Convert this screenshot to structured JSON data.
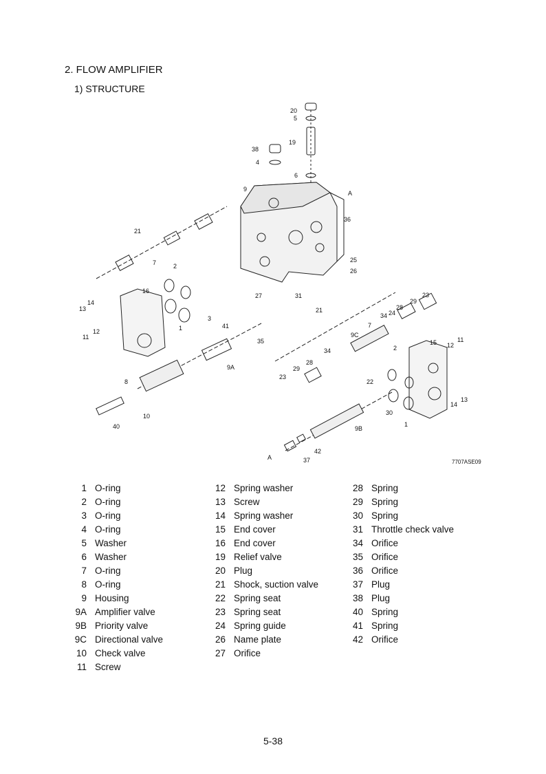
{
  "header": {
    "title": "2. FLOW AMPLIFIER",
    "subtitle": "1) STRUCTURE"
  },
  "diagram": {
    "code": "7707ASE09",
    "callouts": [
      "20",
      "5",
      "19",
      "38",
      "4",
      "6",
      "9",
      "A",
      "36",
      "21",
      "7",
      "2",
      "25",
      "26",
      "31",
      "27",
      "16",
      "1",
      "3",
      "13",
      "14",
      "23",
      "29",
      "28",
      "34",
      "24",
      "21",
      "7",
      "12",
      "11",
      "41",
      "35",
      "9C",
      "15",
      "12",
      "11",
      "9A",
      "34",
      "28",
      "29",
      "23",
      "2",
      "22",
      "8",
      "10",
      "30",
      "14",
      "13",
      "40",
      "9B",
      "1",
      "42",
      "A",
      "37"
    ]
  },
  "parts_list": {
    "columns": [
      [
        {
          "num": "1",
          "name": "O-ring"
        },
        {
          "num": "2",
          "name": "O-ring"
        },
        {
          "num": "3",
          "name": "O-ring"
        },
        {
          "num": "4",
          "name": "O-ring"
        },
        {
          "num": "5",
          "name": "Washer"
        },
        {
          "num": "6",
          "name": "Washer"
        },
        {
          "num": "7",
          "name": "O-ring"
        },
        {
          "num": "8",
          "name": "O-ring"
        },
        {
          "num": "9",
          "name": "Housing"
        },
        {
          "num": "9A",
          "name": "Amplifier valve"
        },
        {
          "num": "9B",
          "name": "Priority valve"
        },
        {
          "num": "9C",
          "name": "Directional valve"
        },
        {
          "num": "10",
          "name": "Check valve"
        },
        {
          "num": "11",
          "name": "Screw"
        }
      ],
      [
        {
          "num": "12",
          "name": "Spring washer"
        },
        {
          "num": "13",
          "name": "Screw"
        },
        {
          "num": "14",
          "name": "Spring washer"
        },
        {
          "num": "15",
          "name": "End cover"
        },
        {
          "num": "16",
          "name": "End cover"
        },
        {
          "num": "19",
          "name": "Relief valve"
        },
        {
          "num": "20",
          "name": "Plug"
        },
        {
          "num": "21",
          "name": "Shock, suction valve"
        },
        {
          "num": "22",
          "name": "Spring seat"
        },
        {
          "num": "23",
          "name": "Spring seat"
        },
        {
          "num": "24",
          "name": "Spring guide"
        },
        {
          "num": "26",
          "name": "Name plate"
        },
        {
          "num": "27",
          "name": "Orifice"
        }
      ],
      [
        {
          "num": "28",
          "name": "Spring"
        },
        {
          "num": "29",
          "name": "Spring"
        },
        {
          "num": "30",
          "name": "Spring"
        },
        {
          "num": "31",
          "name": "Throttle check valve"
        },
        {
          "num": "34",
          "name": "Orifice"
        },
        {
          "num": "35",
          "name": "Orifice"
        },
        {
          "num": "36",
          "name": "Orifice"
        },
        {
          "num": "37",
          "name": "Plug"
        },
        {
          "num": "38",
          "name": "Plug"
        },
        {
          "num": "40",
          "name": "Spring"
        },
        {
          "num": "41",
          "name": "Spring"
        },
        {
          "num": "42",
          "name": "Orifice"
        }
      ]
    ]
  },
  "footer": {
    "page_number": "5-38"
  }
}
